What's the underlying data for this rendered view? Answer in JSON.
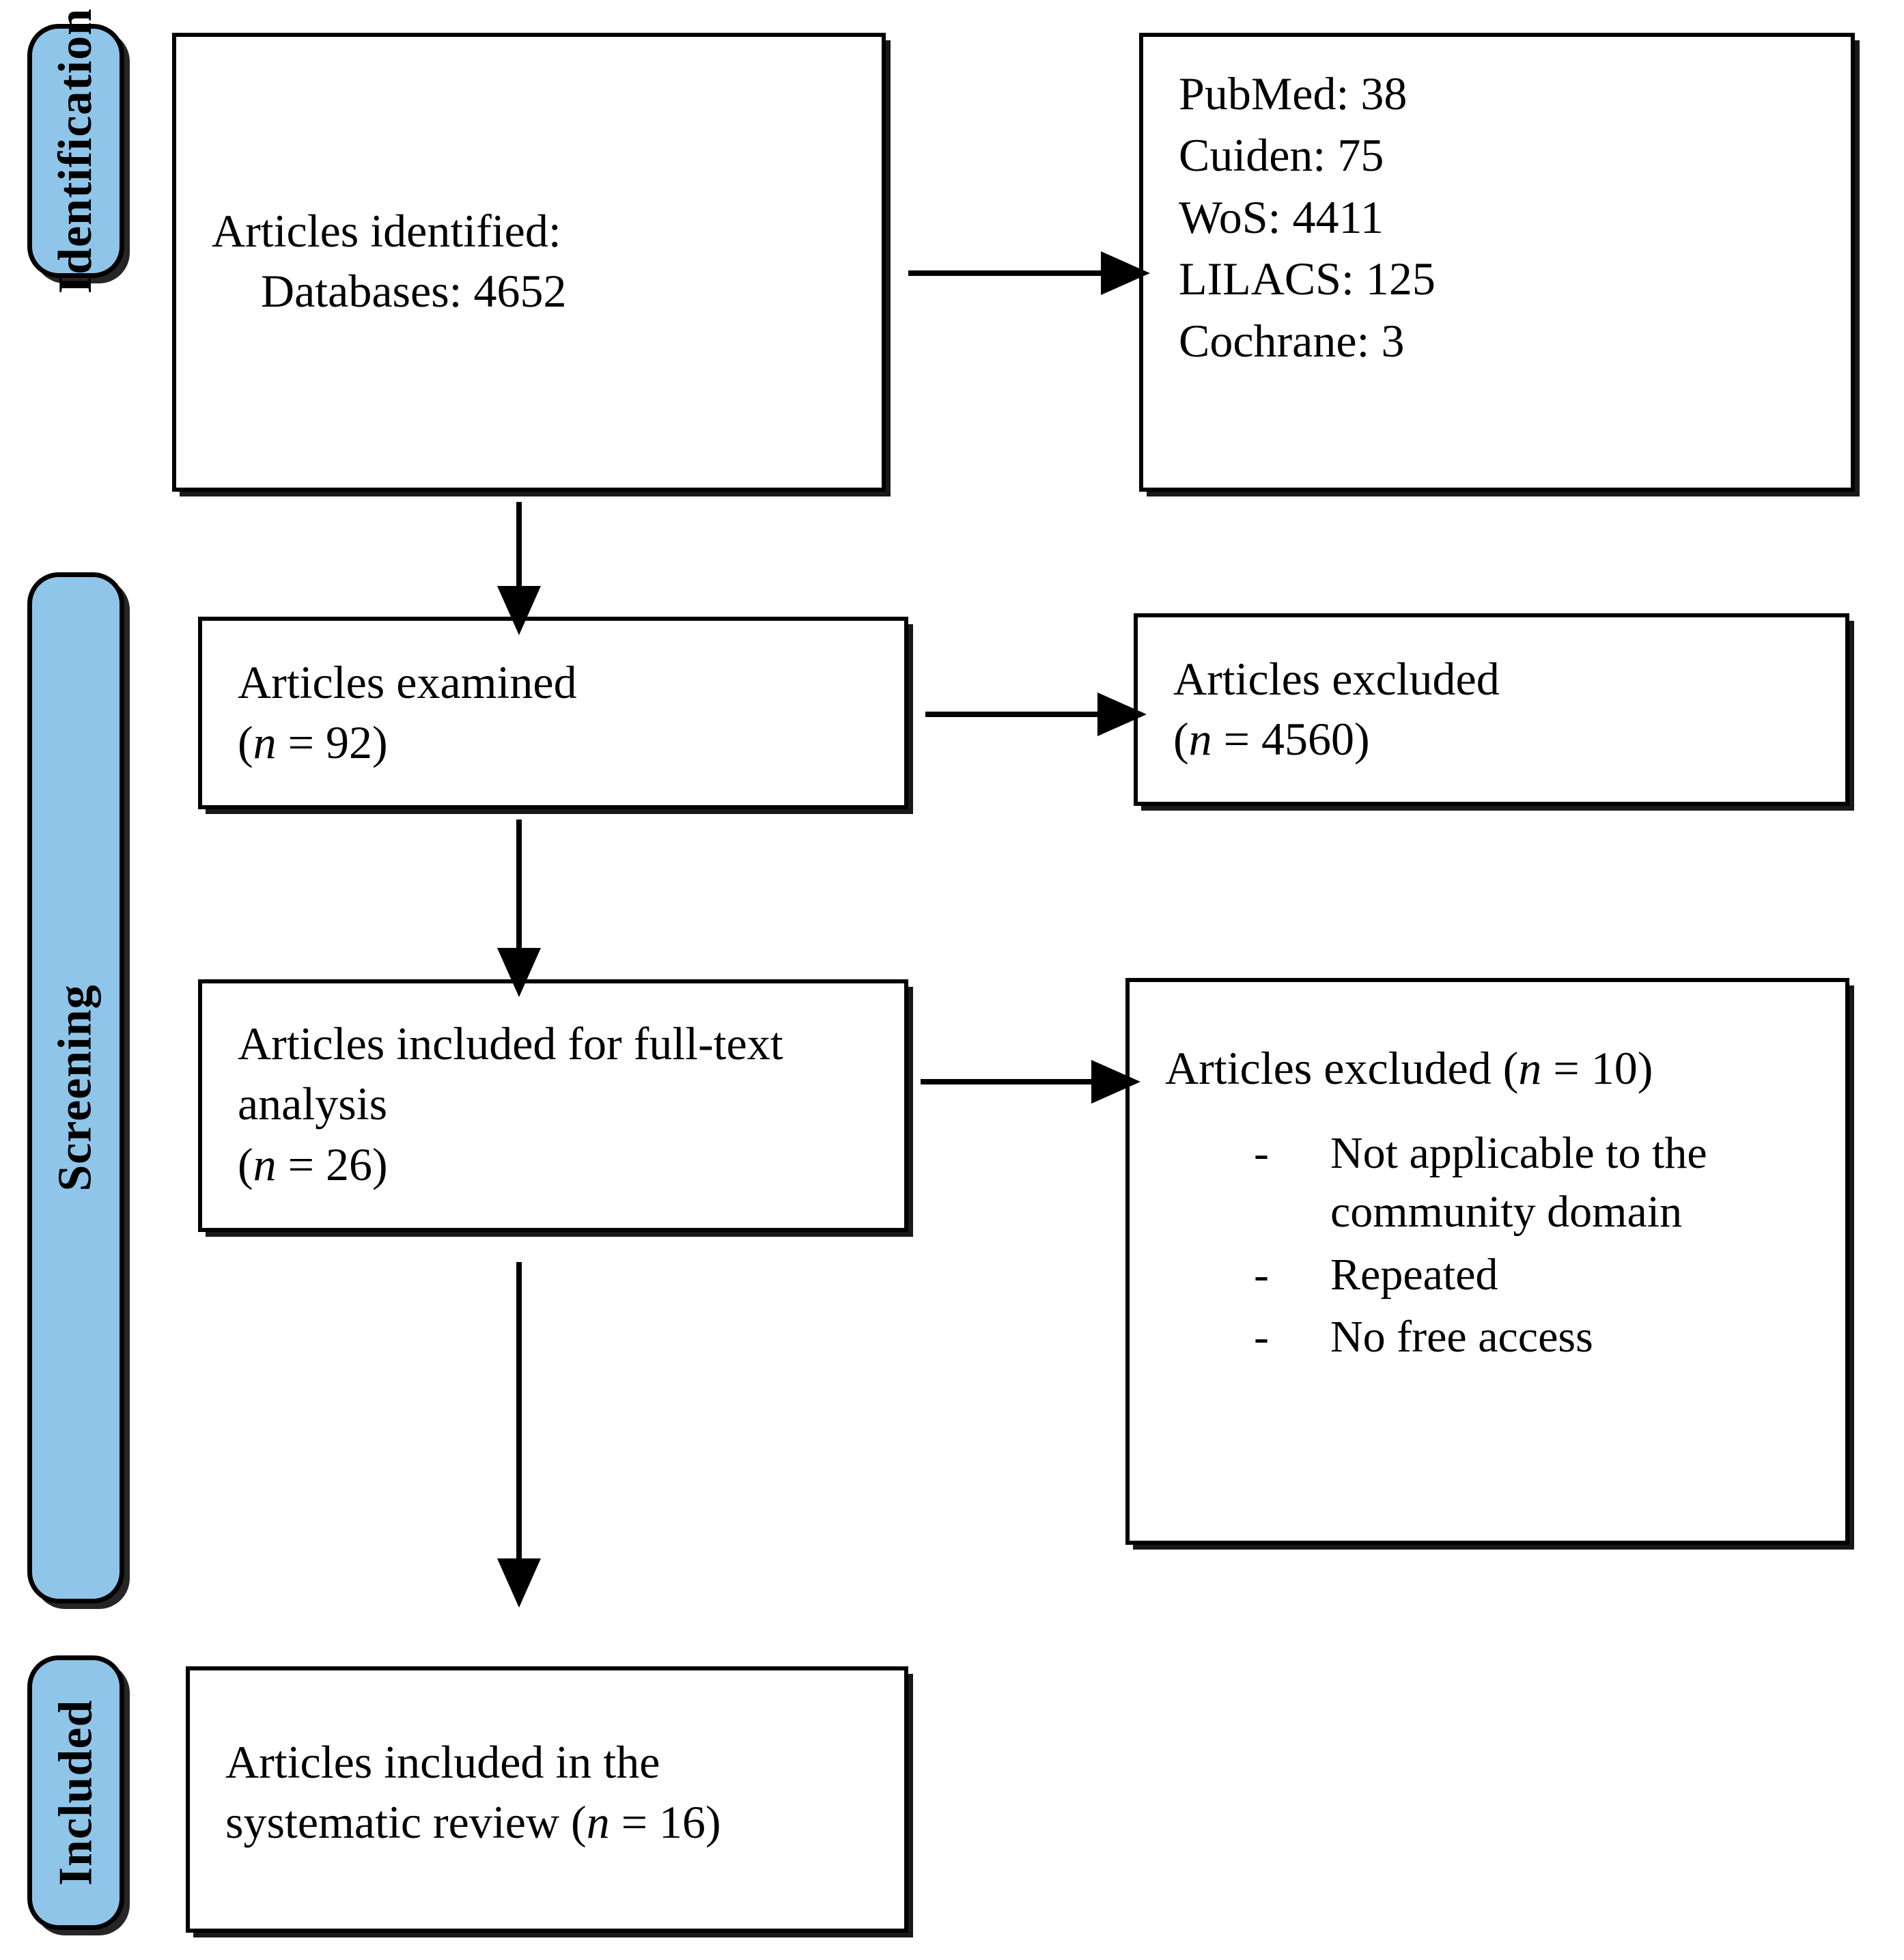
{
  "diagram": {
    "type": "prisma-flow-diagram",
    "title": "PRISMA flow diagram",
    "accent_color": "#8FC5E8",
    "border_color": "#000000",
    "background_color": "#FFFFFF"
  },
  "stages": [
    {
      "id": "identification",
      "label": "Identification"
    },
    {
      "id": "screening",
      "label": "Screening"
    },
    {
      "id": "included",
      "label": "Included"
    }
  ],
  "nodes": {
    "identified": {
      "line1": "Articles identified:",
      "line2": "Databases: 4652",
      "count": 4652
    },
    "sources": {
      "items": [
        {
          "name": "PubMed",
          "count": 38,
          "text": "PubMed: 38"
        },
        {
          "name": "Cuiden",
          "count": 75,
          "text": "Cuiden: 75"
        },
        {
          "name": "WoS",
          "count": 4411,
          "text": "WoS: 4411"
        },
        {
          "name": "LILACS",
          "count": 125,
          "text": "LILACS: 125"
        },
        {
          "name": "Cochrane",
          "count": 3,
          "text": "Cochrane: 3"
        }
      ]
    },
    "examined": {
      "line1": "Articles examined",
      "n_open": "(",
      "n_var": "n",
      "n_value": " = 92)",
      "count": 92
    },
    "excluded_screening": {
      "line1": "Articles excluded",
      "n_open": "(",
      "n_var": "n",
      "n_value": " = 4560)",
      "count": 4560
    },
    "fulltext": {
      "line1": "Articles included for full-text",
      "line2": "analysis",
      "n_open": "(",
      "n_var": "n",
      "n_value": " = 26)",
      "count": 26
    },
    "excluded_fulltext": {
      "heading_before": "Articles excluded (",
      "heading_var": "n",
      "heading_after": " = 10)",
      "count": 10,
      "bullet": "-",
      "reasons": [
        "Not applicable to the community domain",
        "Repeated",
        "No free access"
      ]
    },
    "included_final": {
      "line1": "Articles included in the",
      "line2_before": "systematic review (",
      "line2_var": "n",
      "line2_after": " = 16)",
      "count": 16
    }
  },
  "connectors": [
    {
      "id": "identified-to-sources",
      "from": "identified",
      "to": "sources",
      "direction": "right"
    },
    {
      "id": "identified-to-examined",
      "from": "identified",
      "to": "examined",
      "direction": "down"
    },
    {
      "id": "examined-to-excluded",
      "from": "examined",
      "to": "excluded_screening",
      "direction": "right"
    },
    {
      "id": "examined-to-fulltext",
      "from": "examined",
      "to": "fulltext",
      "direction": "down"
    },
    {
      "id": "fulltext-to-excluded",
      "from": "fulltext",
      "to": "excluded_fulltext",
      "direction": "right"
    },
    {
      "id": "fulltext-to-included",
      "from": "fulltext",
      "to": "included_final",
      "direction": "down"
    }
  ]
}
